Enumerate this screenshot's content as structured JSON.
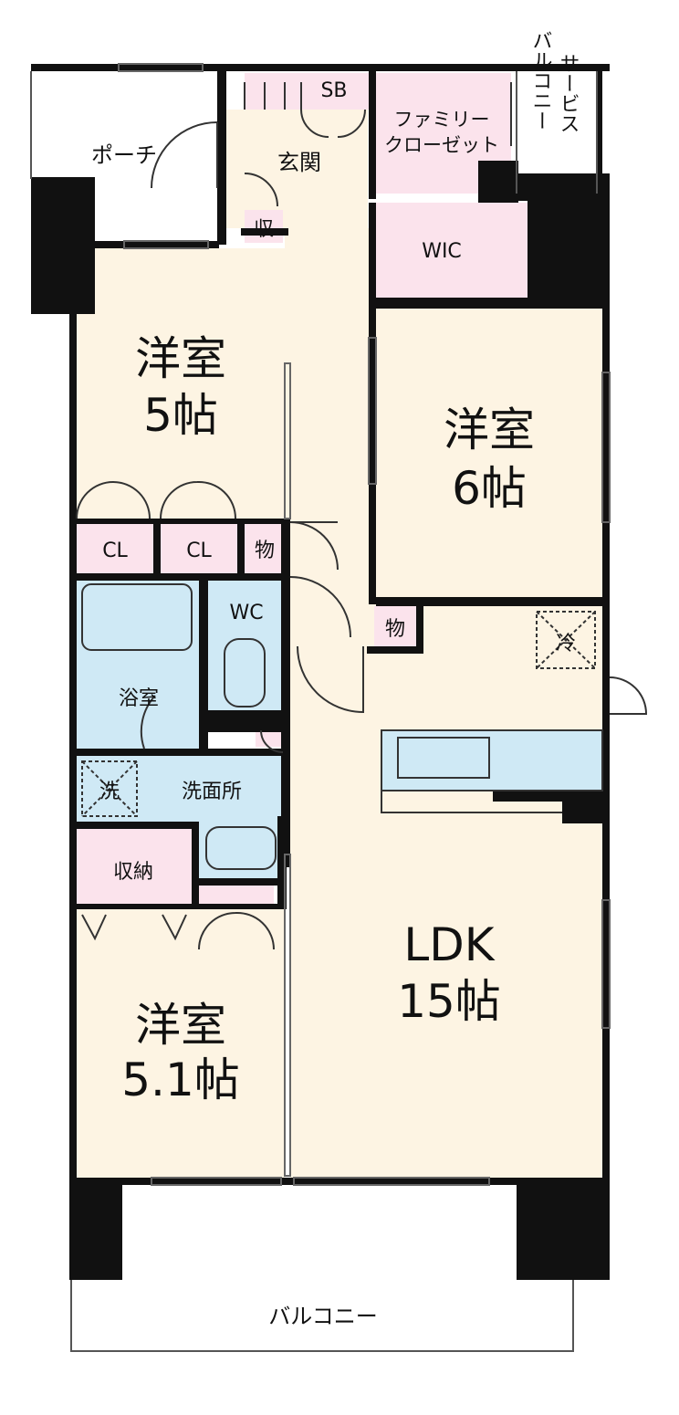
{
  "colors": {
    "room": "#fdf4e3",
    "storage": "#fbe3ec",
    "wet": "#cfe9f5",
    "wall": "#111111",
    "outdoor": "#ffffff"
  },
  "rooms": {
    "porch": "ポーチ",
    "genkan": "玄関",
    "sb": "SB",
    "shu": "収",
    "family_closet_1": "ファミリー",
    "family_closet_2": "クローゼット",
    "service_balcony_1": "サービス",
    "service_balcony_2": "バルコニー",
    "wic": "WIC",
    "western5_name": "洋室",
    "western5_size": "5帖",
    "western6_name": "洋室",
    "western6_size": "6帖",
    "cl1": "CL",
    "cl2": "CL",
    "mono1": "物",
    "mono2": "物",
    "wc": "WC",
    "bath": "浴室",
    "washer": "洗",
    "washroom": "洗面所",
    "fridge": "冷",
    "storage": "収納",
    "ldk_name": "LDK",
    "ldk_size": "15帖",
    "western51_name": "洋室",
    "western51_size": "5.1帖",
    "balcony": "バルコニー"
  }
}
